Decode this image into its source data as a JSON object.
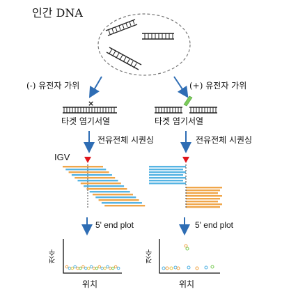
{
  "title": "인간 DNA",
  "left": {
    "scissors_label": "(-) 유전자 가위",
    "target_label": "타겟 염기서열",
    "sequencing_label": "전유전체 시퀀싱",
    "igv_label": "IGV",
    "plot_label": "5' end plot",
    "y_label": "갯수",
    "x_label": "위치"
  },
  "right": {
    "scissors_label": "(+) 유전자 가위",
    "target_label": "타겟 염기서열",
    "sequencing_label": "전유전체 시퀀싱",
    "plot_label": "5' end plot",
    "y_label": "갯수",
    "x_label": "위치"
  },
  "colors": {
    "arrow": "#2e6db4",
    "read_blue": "#56b4e3",
    "read_orange": "#f0a64a",
    "marker_red": "#e0141b",
    "cut_green": "#7ccc5a",
    "dashed_oval": "#777777"
  }
}
